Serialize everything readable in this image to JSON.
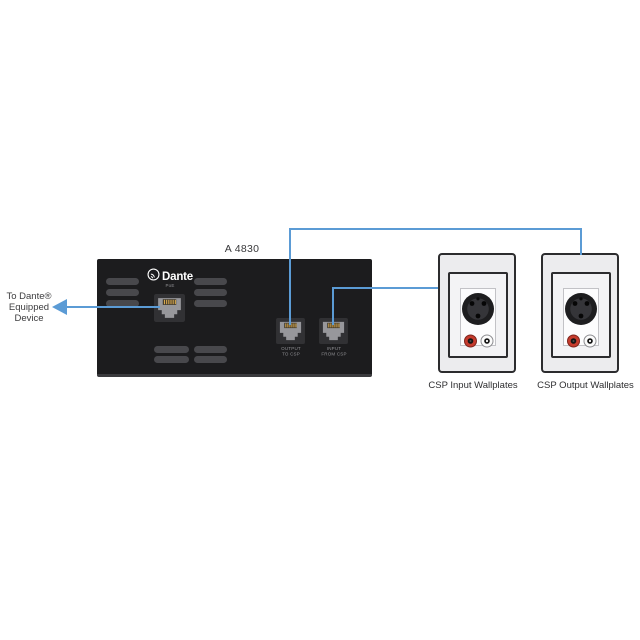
{
  "device_panel": {
    "model_label": "A 4830",
    "dante_logo_text": "Dante",
    "poe_label": "PoE",
    "ports": [
      {
        "id": "dante-poe-port"
      },
      {
        "id": "output-to-csp-port",
        "label_line1": "OUTPUT",
        "label_line2": "TO CSP"
      },
      {
        "id": "input-from-csp-port",
        "label_line1": "INPUT",
        "label_line2": "FROM CSP"
      }
    ]
  },
  "left_annotation": {
    "line1": "To Dante®",
    "line2": "Equipped",
    "line3": "Device"
  },
  "wallplates": {
    "input": {
      "label": "CSP Input Wallplates"
    },
    "output": {
      "label": "CSP Output Wallplates"
    }
  },
  "colors": {
    "wire": "#5b9bd5",
    "panel": "#1c1c1e",
    "vent_slot": "#48484c",
    "rca_red": "#c53b2d",
    "pin_gold": "#d7a94f"
  }
}
